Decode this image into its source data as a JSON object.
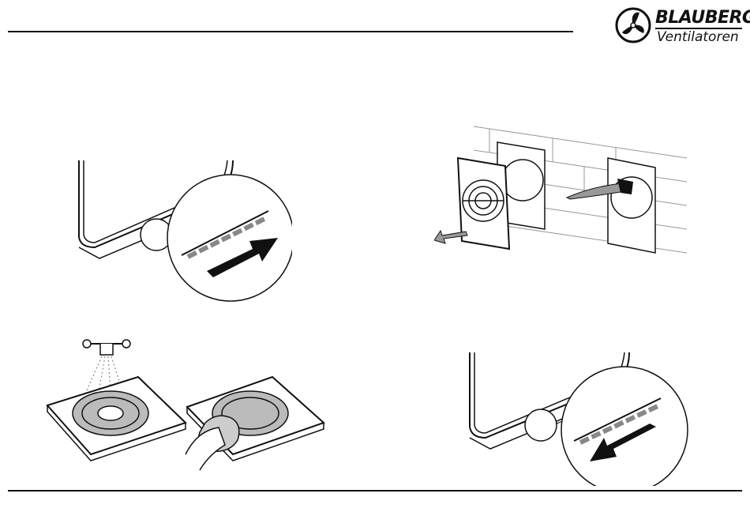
{
  "header": {
    "brand": "BLAUBERG",
    "brand_sub": "Ventilatoren"
  },
  "figures": [
    {
      "id": "fig-1",
      "icon": "arrow-push-in-icon"
    },
    {
      "id": "fig-2",
      "icon": "brush-cleaning-icon"
    },
    {
      "id": "fig-3",
      "icon": "shower-wash-icon"
    },
    {
      "id": "fig-4",
      "icon": "arrow-pull-out-icon"
    }
  ],
  "colors": {
    "ink": "#111111",
    "paper": "#ffffff",
    "shade": "#9a9a9a"
  }
}
